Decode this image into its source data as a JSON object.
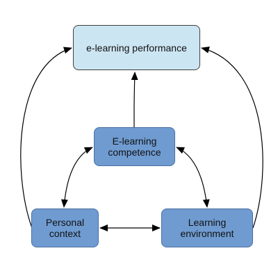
{
  "diagram": {
    "nodes": {
      "performance": {
        "label": "e-learning performance",
        "fill": "#cce5f3"
      },
      "competence": {
        "label": "E-learning\ncompetence",
        "fill": "#6f9bd1"
      },
      "personal": {
        "label": "Personal\ncontext",
        "fill": "#6f9bd1"
      },
      "environment": {
        "label": "Learning\nenvironment",
        "fill": "#6f9bd1"
      }
    },
    "edges": [
      {
        "from": "competence",
        "to": "performance",
        "direction": "one-way"
      },
      {
        "from": "personal",
        "to": "performance",
        "direction": "one-way"
      },
      {
        "from": "environment",
        "to": "performance",
        "direction": "one-way"
      },
      {
        "from": "competence",
        "to": "personal",
        "direction": "two-way"
      },
      {
        "from": "competence",
        "to": "environment",
        "direction": "two-way"
      },
      {
        "from": "personal",
        "to": "environment",
        "direction": "two-way"
      }
    ],
    "colors": {
      "arrow": "#000000",
      "node_border": "#4a6f9f",
      "top_border": "#3d3d3d"
    }
  }
}
